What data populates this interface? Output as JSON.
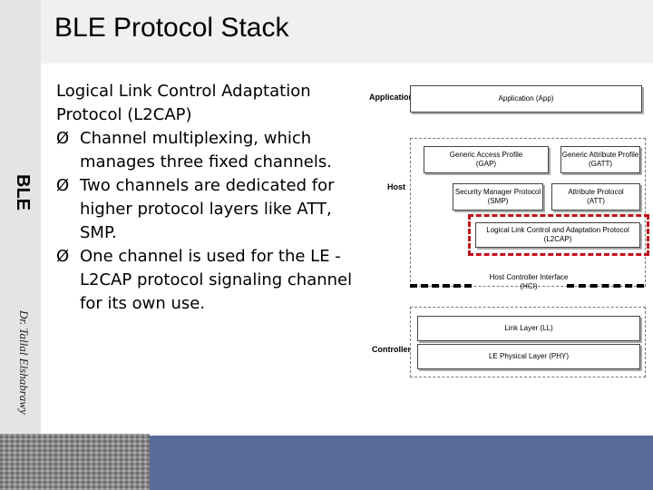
{
  "slide": {
    "title": "BLE Protocol Stack",
    "side_label": "BLE",
    "author": "Dr. Tallal Elshabrawy"
  },
  "content": {
    "intro_line1": "Logical Link Control Adaptation",
    "intro_line2": "Protocol (L2CAP)",
    "bullet_symbol": "Ø",
    "bullets": [
      "Channel multiplexing, which manages three fixed channels.",
      "Two channels are dedicated for higher protocol layers like ATT, SMP.",
      "One channel is used for the LE -L2CAP protocol signaling channel for its own use."
    ]
  },
  "diagram": {
    "labels": {
      "application": "Application",
      "host": "Host",
      "controller": "Controller"
    },
    "boxes": {
      "app": "Application (App)",
      "gap_line1": "Generic Access Profile",
      "gap_line2": "(GAP)",
      "gatt_line1": "Generic Attribute Profile",
      "gatt_line2": "(GATT)",
      "smp_line1": "Security Manager Protocol",
      "smp_line2": "(SMP)",
      "att_line1": "Attribute Protocol",
      "att_line2": "(ATT)",
      "l2cap_line1": "Logical Link Control and Adaptation Protocol",
      "l2cap_line2": "(L2CAP)",
      "hci_line1": "Host Controller Interface",
      "hci_line2": "(HCI)",
      "ll": "Link Layer (LL)",
      "phy": "LE Physical Layer (PHY)"
    },
    "highlight_color": "#c0121a"
  }
}
